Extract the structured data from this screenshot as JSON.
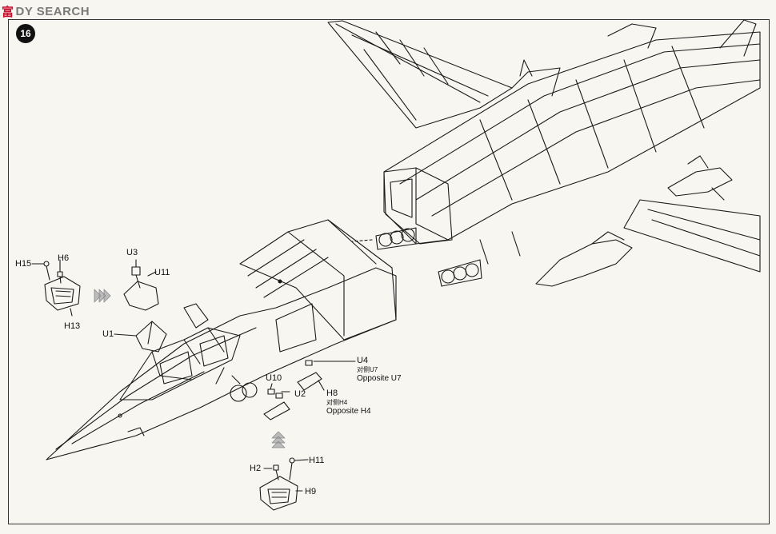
{
  "watermark": {
    "cn": "富",
    "text": "DY SEARCH"
  },
  "step": {
    "number": "16"
  },
  "labels": {
    "h15": "H15",
    "h6": "H6",
    "h13": "H13",
    "u3": "U3",
    "u11": "U11",
    "u1": "U1",
    "u4": "U4",
    "u4_cn": "对侧U7",
    "u4_en": "Opposite U7",
    "u10": "U10",
    "u2": "U2",
    "h8": "H8",
    "h8_cn": "对侧H4",
    "h8_en": "Opposite H4",
    "h2": "H2",
    "h11": "H11",
    "h9": "H9"
  },
  "colors": {
    "line": "#1a1a1a",
    "paper": "#f7f6f1",
    "badge": "#111111",
    "watermark_red": "#c8102e"
  }
}
